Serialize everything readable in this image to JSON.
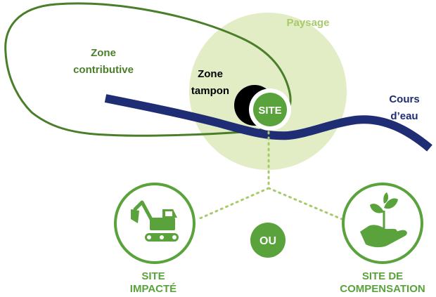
{
  "labels": {
    "paysage": "Paysage",
    "zone_contributive": [
      "Zone",
      "contributive"
    ],
    "zone_tampon": [
      "Zone",
      "tampon"
    ],
    "site": "SITE",
    "cours_deau": [
      "Cours",
      "d’eau"
    ],
    "ou": "OU",
    "site_impacte": [
      "SITE",
      "IMPACTÉ"
    ],
    "site_compensation": [
      "SITE DE",
      "COMPENSATION"
    ]
  },
  "icons": {
    "impacte": "excavator-icon",
    "compensation": "hand-seedling-icon"
  },
  "colors": {
    "green": "#5aa23b",
    "dark_green": "#4a7f2a",
    "light_green": "#e2edc6",
    "pale_green": "#a8cb6a",
    "navy": "#1f2d74",
    "black": "#000000",
    "white": "#ffffff"
  }
}
